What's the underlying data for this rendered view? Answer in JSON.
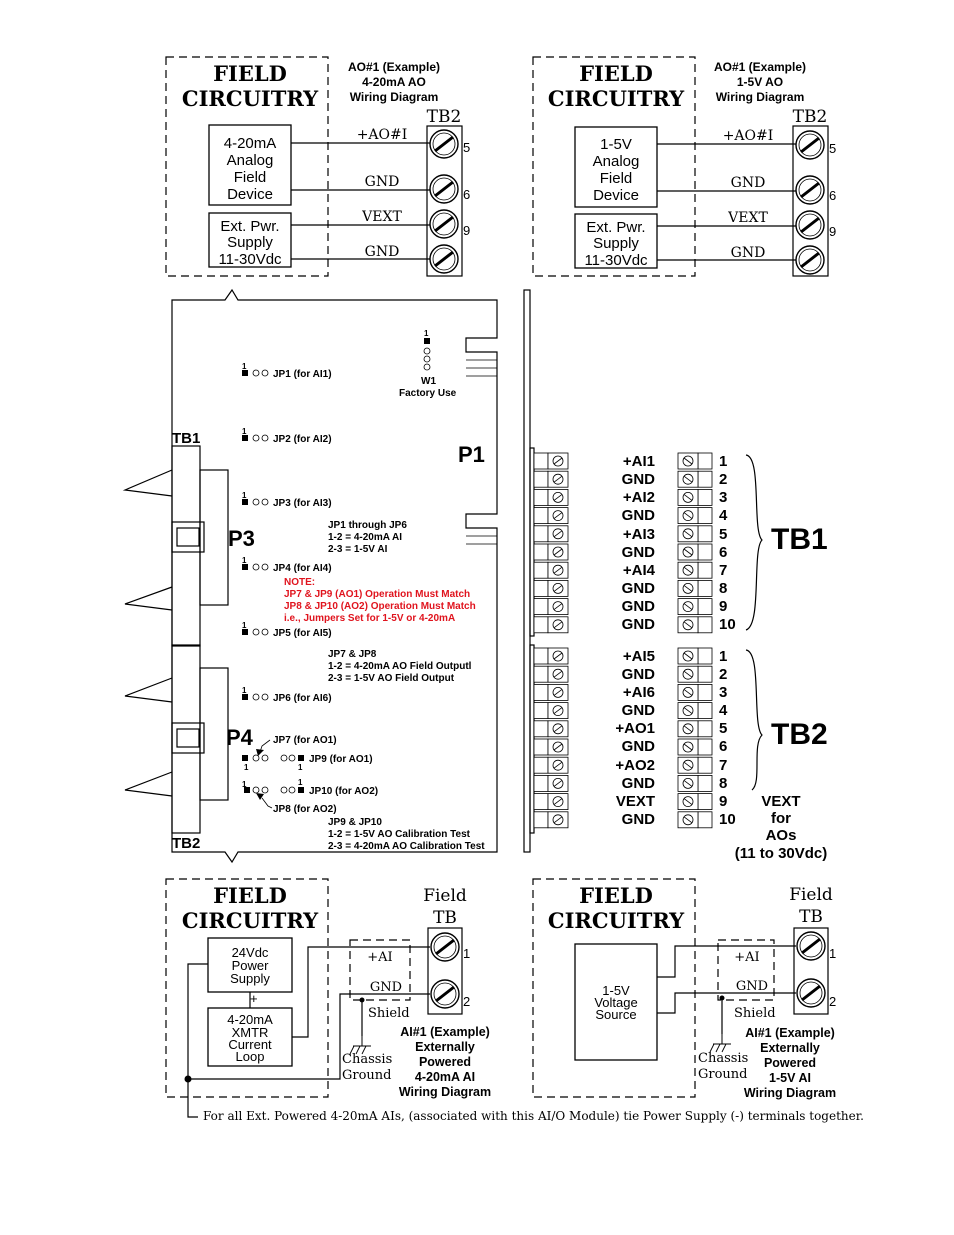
{
  "panels": {
    "ao_4_20": {
      "field_title_1": "FIELD",
      "field_title_2": "CIRCUITRY",
      "caption": [
        "AO#1 (Example)",
        "4-20mA AO",
        "Wiring Diagram"
      ],
      "device_lines": [
        "4-20mA",
        "Analog",
        "Field",
        "Device"
      ],
      "supply_lines": [
        "Ext. Pwr.",
        "Supply",
        "11-30Vdc"
      ],
      "tb_label": "TB2",
      "wires": [
        "+AO#I",
        "GND",
        "VEXT",
        "GND"
      ],
      "terms": [
        "5",
        "6",
        "9"
      ]
    },
    "ao_1_5": {
      "field_title_1": "FIELD",
      "field_title_2": "CIRCUITRY",
      "caption": [
        "AO#1 (Example)",
        "1-5V AO",
        "Wiring Diagram"
      ],
      "device_lines": [
        "1-5V",
        "Analog",
        "Field",
        "Device"
      ],
      "supply_lines": [
        "Ext. Pwr.",
        "Supply",
        "11-30Vdc"
      ],
      "tb_label": "TB2",
      "wires": [
        "+AO#I",
        "GND",
        "VEXT",
        "GND"
      ],
      "terms": [
        "5",
        "6",
        "9"
      ]
    },
    "ai_4_20": {
      "field_title_1": "FIELD",
      "field_title_2": "CIRCUITRY",
      "tb_label_1": "Field",
      "tb_label_2": "TB",
      "psu_lines": [
        "24Vdc",
        "Power",
        "Supply"
      ],
      "xmtr_lines": [
        "4-20mA",
        "XMTR",
        "Current",
        "Loop"
      ],
      "minus": "_",
      "plus": "+",
      "ai_label": "+AI",
      "gnd_label": "GND",
      "shield": "Shield",
      "chassis_1": "Chassis",
      "chassis_2": "Ground",
      "terms": [
        "1",
        "2"
      ],
      "caption": [
        "AI#1 (Example)",
        "Externally",
        "Powered",
        "4-20mA AI",
        "Wiring Diagram"
      ]
    },
    "ai_1_5": {
      "field_title_1": "FIELD",
      "field_title_2": "CIRCUITRY",
      "tb_label_1": "Field",
      "tb_label_2": "TB",
      "source_lines": [
        "1-5V",
        "Voltage",
        "Source"
      ],
      "ai_label": "+AI",
      "gnd_label": "GND",
      "shield": "Shield",
      "chassis_1": "Chassis",
      "chassis_2": "Ground",
      "terms": [
        "1",
        "2"
      ],
      "caption": [
        "AI#1 (Example)",
        "Externally",
        "Powered",
        "1-5V AI",
        "Wiring Diagram"
      ]
    }
  },
  "board": {
    "w1_label": "W1",
    "w1_sub": "Factory Use",
    "p1": "P1",
    "p3": "P3",
    "p4": "P4",
    "tb1": "TB1",
    "tb2": "TB2",
    "pin1": "1",
    "jumpers": [
      "JP1 (for AI1)",
      "JP2 (for AI2)",
      "JP3 (for AI3)",
      "JP4 (for AI4)",
      "JP5 (for AI5)",
      "JP6 (for AI6)"
    ],
    "jp7": "JP7 (for AO1)",
    "jp8": "JP8 (for AO2)",
    "jp9": "JP9 (for AO1)",
    "jp10": "JP10 (for AO2)",
    "note_ai": [
      "JP1 through JP6",
      "1-2 = 4-20mA AI",
      "2-3 = 1-5V AI"
    ],
    "note_red": [
      "NOTE:",
      "JP7 & JP9 (AO1) Operation Must Match",
      "JP8 & JP10 (AO2) Operation Must Match",
      "i.e., Jumpers Set for 1-5V or 4-20mA"
    ],
    "note_ao": [
      "JP7 & JP8",
      "1-2 = 4-20mA AO Field Outputl",
      "2-3 = 1-5V AO Field Output"
    ],
    "note_cal": [
      "JP9 & JP10",
      "1-2 = 1-5V AO Calibration Test",
      "2-3 = 4-20mA AO Calibration Test"
    ]
  },
  "terminals": {
    "tb1_title": "TB1",
    "tb2_title": "TB2",
    "tb1_signals": [
      "+AI1",
      "GND",
      "+AI2",
      "GND",
      "+AI3",
      "GND",
      "+AI4",
      "GND",
      "GND",
      "GND"
    ],
    "tb2_signals": [
      "+AI5",
      "GND",
      "+AI6",
      "GND",
      "+AO1",
      "GND",
      "+AO2",
      "GND",
      "VEXT",
      "GND"
    ],
    "numbers": [
      "1",
      "2",
      "3",
      "4",
      "5",
      "6",
      "7",
      "8",
      "9",
      "10"
    ],
    "vext_note": [
      "VEXT",
      "for",
      "AOs",
      "(11 to 30Vdc)"
    ]
  },
  "footer": "For all Ext. Powered 4-20mA AIs, (associated with this AI/O Module) tie Power Supply (-) terminals together."
}
